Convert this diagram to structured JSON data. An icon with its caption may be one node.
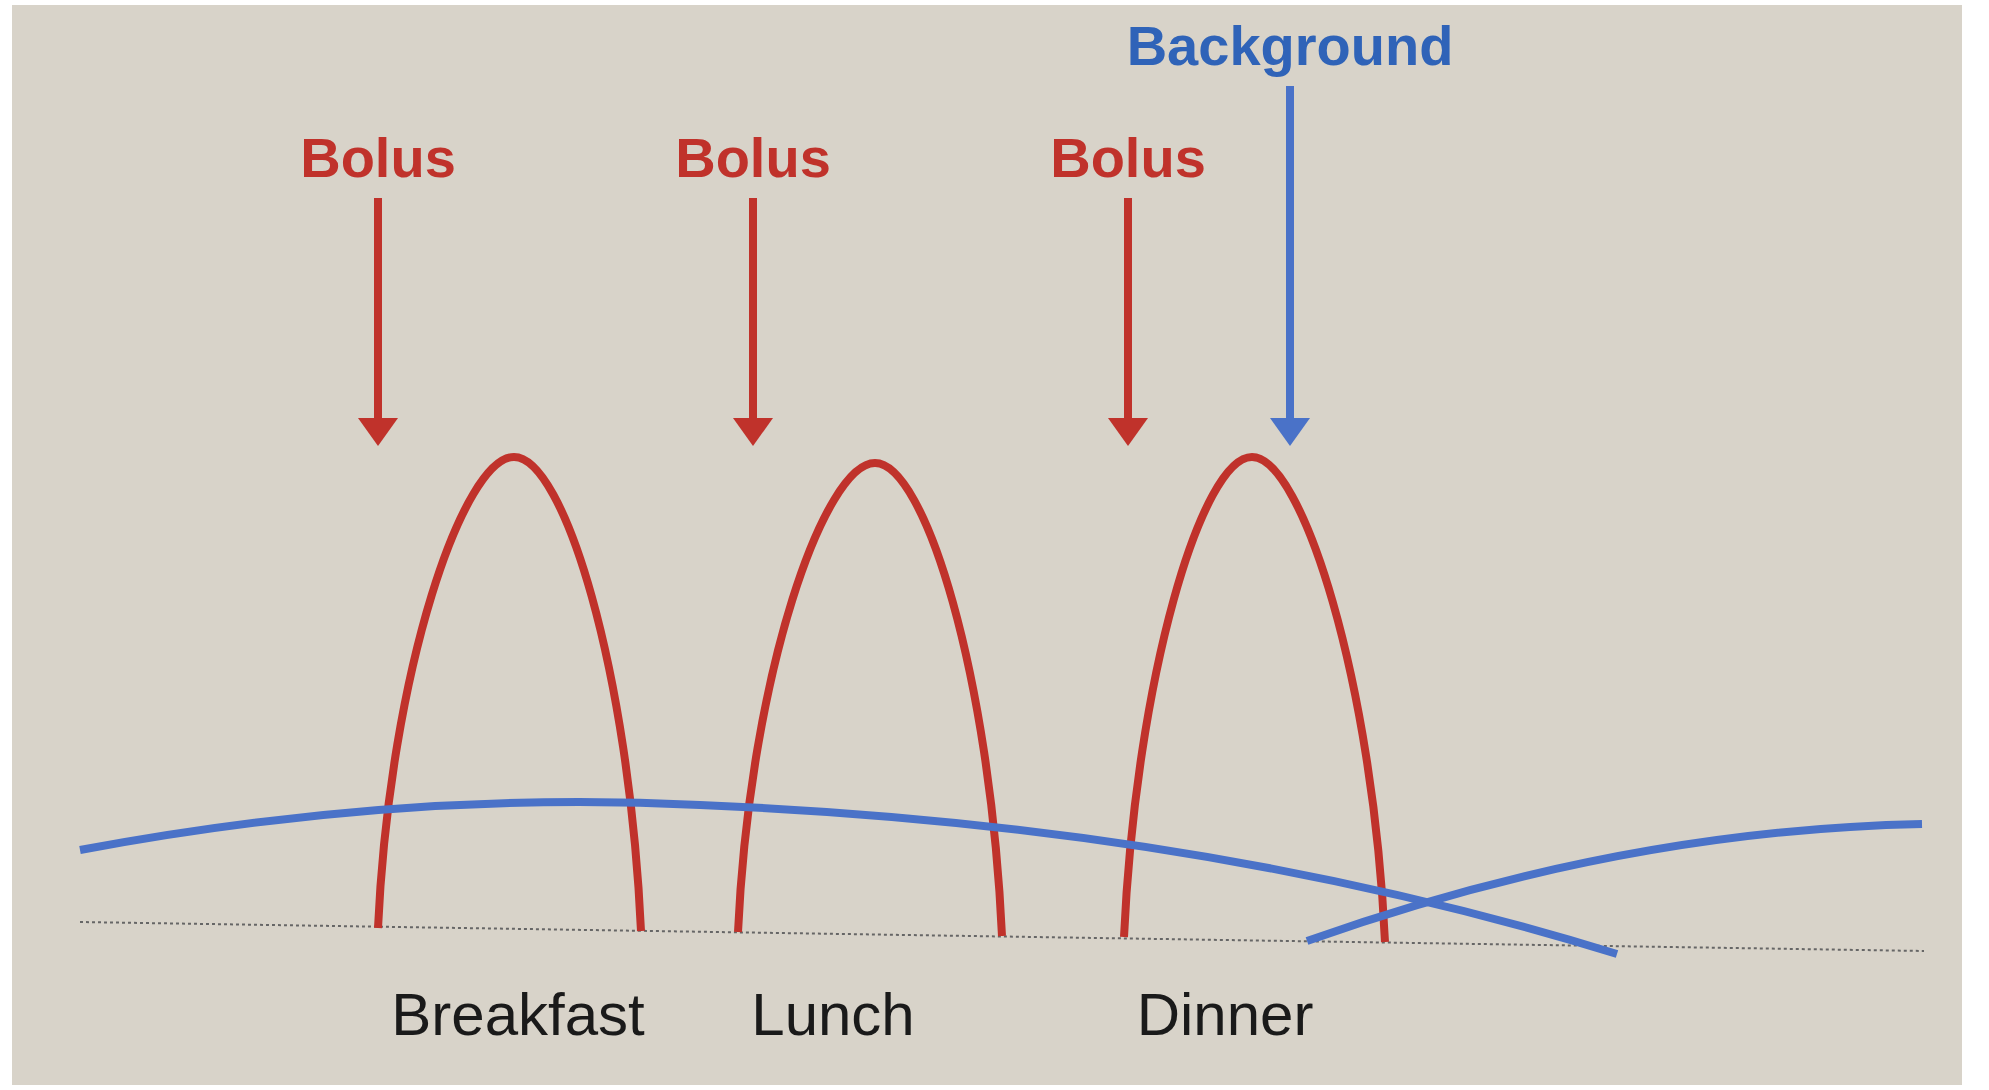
{
  "diagram": {
    "nodes": [
      {
        "text": [
          "Background"
        ]
      },
      {
        "text": [
          "Bolus"
        ]
      },
      {
        "text": [
          "Bolus"
        ]
      },
      {
        "text": [
          "Bolus"
        ]
      }
    ],
    "edges": [
      {
        "from": 1,
        "to": null,
        "arrow": "to"
      },
      {
        "from": 2,
        "to": null,
        "arrow": "to"
      },
      {
        "from": 3,
        "to": null,
        "arrow": "to"
      },
      {
        "from": 0,
        "to": null,
        "arrow": "to",
        "color": "#4a72c8"
      }
    ],
    "labels": [
      "Breakfast",
      "Lunch",
      "Dinner"
    ]
  }
}
